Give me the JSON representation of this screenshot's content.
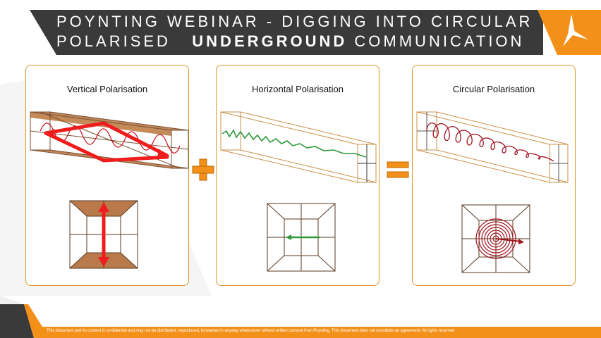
{
  "header": {
    "title_line1": "POYNTING WEBINAR - DIGGING INTO CIRCULAR",
    "title_line2_pre": "POLARISED",
    "title_line2_bold": "UNDERGROUND",
    "title_line2_post": "COMMUNICATION",
    "logo_icon": "poynting-logo-icon"
  },
  "panels": [
    {
      "title": "Vertical Polarisation"
    },
    {
      "title": "Horizontal Polarisation"
    },
    {
      "title": "Circular Polarisation"
    }
  ],
  "operators": {
    "plus_icon": "plus-icon",
    "equals_icon": "equals-icon"
  },
  "footer": {
    "disclaimer": "This document and its content is confidential and may not be distributed, reproduced, forwarded in anyway whatsoever without written consent from Poynting. This document does not constitute an agreement. All rights reserved"
  },
  "colors": {
    "header_bg": "#3a3a3a",
    "accent": "#f39019",
    "panel_border": "#e0952a",
    "wall_brown": "#b87a4b",
    "red": "#ee1c1c",
    "green": "#2e9a3a",
    "dark_red": "#a0141e"
  }
}
